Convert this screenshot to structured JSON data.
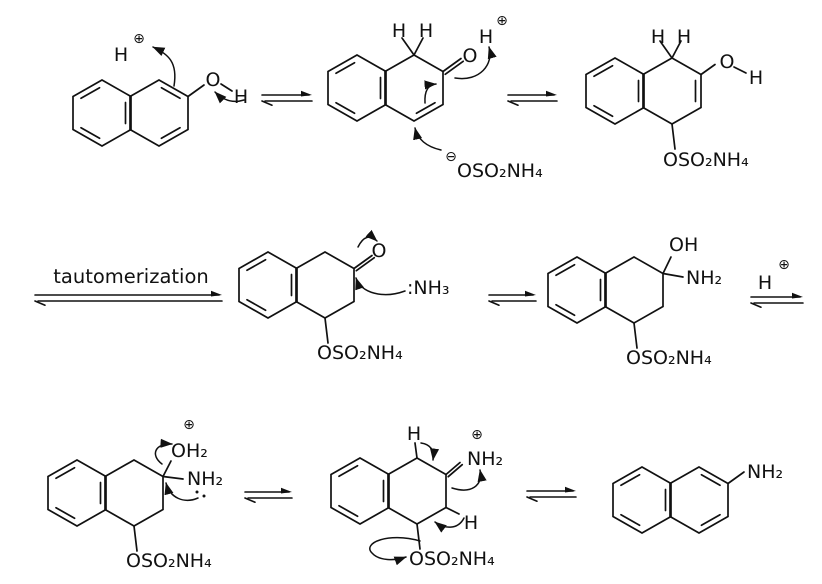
{
  "reaction": {
    "step_label": "tautomerization",
    "plus_symbol": "⊕",
    "minus_symbol": "⊖"
  },
  "structures": {
    "naphthol": {
      "h_plus": "H",
      "o": "O",
      "h": "H"
    },
    "ketone1": {
      "h1": "H",
      "h2": "H",
      "o": "O",
      "h_plus": "H",
      "anion": "OSO₂NH₄"
    },
    "enol": {
      "h1": "H",
      "h2": "H",
      "o": "O",
      "h": "H",
      "group": "OSO₂NH₄"
    },
    "ketone2": {
      "o": "O",
      "nh3": ":NH₃",
      "group": "OSO₂NH₄"
    },
    "aminol": {
      "oh": "OH",
      "nh2": "NH₂",
      "group": "OSO₂NH₄",
      "h_plus": "H"
    },
    "protonated_aminol": {
      "oh2": "OH₂",
      "nh2": "NH₂",
      "group": "OSO₂NH₄"
    },
    "iminium": {
      "h_top": "H",
      "nh2": "NH₂",
      "h_right": "H",
      "group": "OSO₂NH₄"
    },
    "naphthylamine": {
      "nh2": "NH₂"
    }
  }
}
